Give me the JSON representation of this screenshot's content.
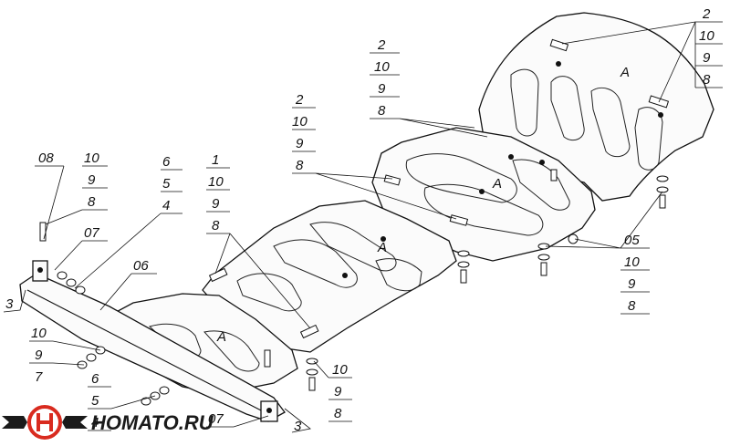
{
  "logo": {
    "text": "HOMATO.RU",
    "colors": {
      "ring": "#d92b1f",
      "dark": "#1a1a1a"
    }
  },
  "labels": [
    {
      "id": "lbl-2-a",
      "text": "2"
    },
    {
      "id": "lbl-10-a",
      "text": "10"
    },
    {
      "id": "lbl-9-a",
      "text": "9"
    },
    {
      "id": "lbl-8-a",
      "text": "8"
    },
    {
      "id": "lbl-2-b",
      "text": "2"
    },
    {
      "id": "lbl-10-b",
      "text": "10"
    },
    {
      "id": "lbl-9-b",
      "text": "9"
    },
    {
      "id": "lbl-8-b",
      "text": "8"
    },
    {
      "id": "lbl-2-c",
      "text": "2"
    },
    {
      "id": "lbl-10-c",
      "text": "10"
    },
    {
      "id": "lbl-9-c",
      "text": "9"
    },
    {
      "id": "lbl-8-c",
      "text": "8"
    },
    {
      "id": "lbl-1",
      "text": "1"
    },
    {
      "id": "lbl-10-d",
      "text": "10"
    },
    {
      "id": "lbl-9-d",
      "text": "9"
    },
    {
      "id": "lbl-8-d",
      "text": "8"
    },
    {
      "id": "lbl-6-a",
      "text": "6"
    },
    {
      "id": "lbl-5-a",
      "text": "5"
    },
    {
      "id": "lbl-4-a",
      "text": "4"
    },
    {
      "id": "lbl-08",
      "text": "08"
    },
    {
      "id": "lbl-10-e",
      "text": "10"
    },
    {
      "id": "lbl-9-e",
      "text": "9"
    },
    {
      "id": "lbl-8-e",
      "text": "8"
    },
    {
      "id": "lbl-07-a",
      "text": "07"
    },
    {
      "id": "lbl-06",
      "text": "06"
    },
    {
      "id": "lbl-3-a",
      "text": "3"
    },
    {
      "id": "lbl-10-f",
      "text": "10"
    },
    {
      "id": "lbl-9-f",
      "text": "9"
    },
    {
      "id": "lbl-7",
      "text": "7"
    },
    {
      "id": "lbl-6-b",
      "text": "6"
    },
    {
      "id": "lbl-5-b",
      "text": "5"
    },
    {
      "id": "lbl-4-b",
      "text": "4"
    },
    {
      "id": "lbl-07-b",
      "text": "07"
    },
    {
      "id": "lbl-3-b",
      "text": "3"
    },
    {
      "id": "lbl-10-g",
      "text": "10"
    },
    {
      "id": "lbl-9-g",
      "text": "9"
    },
    {
      "id": "lbl-8-g",
      "text": "8"
    },
    {
      "id": "lbl-05",
      "text": "05"
    },
    {
      "id": "lbl-10-h",
      "text": "10"
    },
    {
      "id": "lbl-9-h",
      "text": "9"
    },
    {
      "id": "lbl-8-h",
      "text": "8"
    },
    {
      "id": "plate-mark-1",
      "text": "A"
    },
    {
      "id": "plate-mark-2",
      "text": "A"
    },
    {
      "id": "plate-mark-3",
      "text": "A"
    },
    {
      "id": "plate-mark-4",
      "text": "A"
    }
  ]
}
